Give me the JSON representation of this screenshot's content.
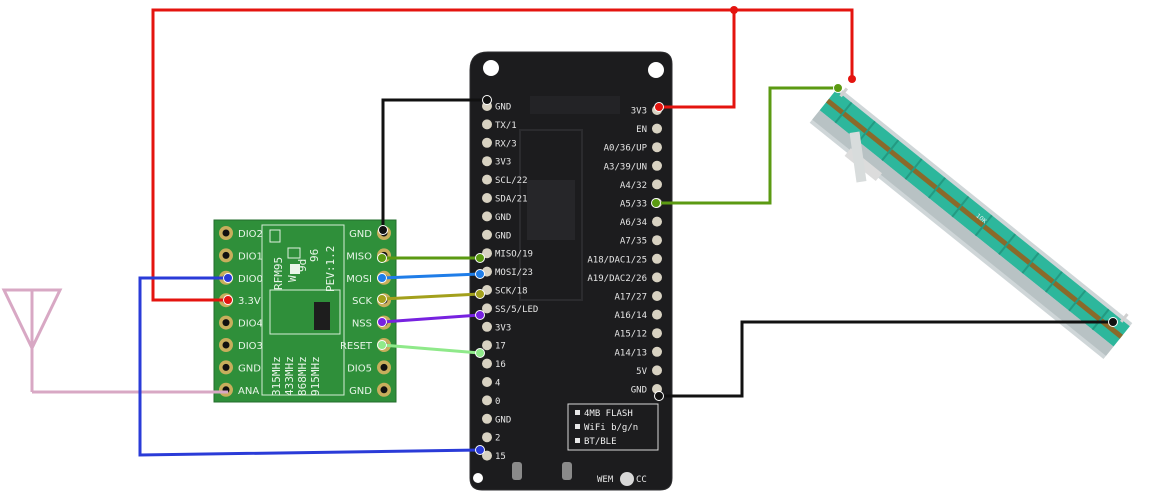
{
  "rfm": {
    "left_pins": [
      "DIO2",
      "DIO1",
      "DIO0",
      "3.3V",
      "DIO4",
      "DIO3",
      "GND",
      "ANA"
    ],
    "right_pins": [
      "GND",
      "MISO",
      "MOSI",
      "SCK",
      "NSS",
      "RESET",
      "DIO5",
      "GND"
    ],
    "model": "RFM95",
    "freq_lines": [
      "315MHz",
      "433MHz",
      "868MHz",
      "915MHz"
    ],
    "version": "PEV:1.2",
    "code1": "9d",
    "code2": "96",
    "code3": "W"
  },
  "esp32": {
    "left_pins": [
      "GND",
      "TX/1",
      "RX/3",
      "3V3",
      "SCL/22",
      "SDA/21",
      "GND",
      "GND",
      "MISO/19",
      "MOSI/23",
      "SCK/18",
      "SS/5/LED",
      "3V3",
      "17",
      "16",
      "4",
      "0",
      "GND",
      "2",
      "15"
    ],
    "right_pins": [
      "3V3",
      "EN",
      "A0/36/UP",
      "A3/39/UN",
      "A4/32",
      "A5/33",
      "A6/34",
      "A7/35",
      "A18/DAC1/25",
      "A19/DAC2/26",
      "A17/27",
      "A16/14",
      "A15/12",
      "A14/13",
      "5V",
      "GND"
    ],
    "info": [
      "4MB FLASH",
      "WiFi b/g/n",
      "BT/BLE"
    ],
    "bottom_labels": [
      "WEM",
      "CC"
    ]
  },
  "slider": {
    "label": "10K"
  },
  "colors": {
    "power": "#e4140f",
    "ground": "#111111",
    "miso": "#5b9a12",
    "mosi": "#1f7de8",
    "sck": "#a3a01c",
    "nss": "#7722e0",
    "reset": "#8fe98a",
    "dio0": "#2a3bd8",
    "pot_wiper": "#5b9a12",
    "antenna": "#d8a8c4",
    "rfm_board": "#2f8f3a",
    "esp_board": "#1c1c1e",
    "pot_body": "#2db79c"
  }
}
